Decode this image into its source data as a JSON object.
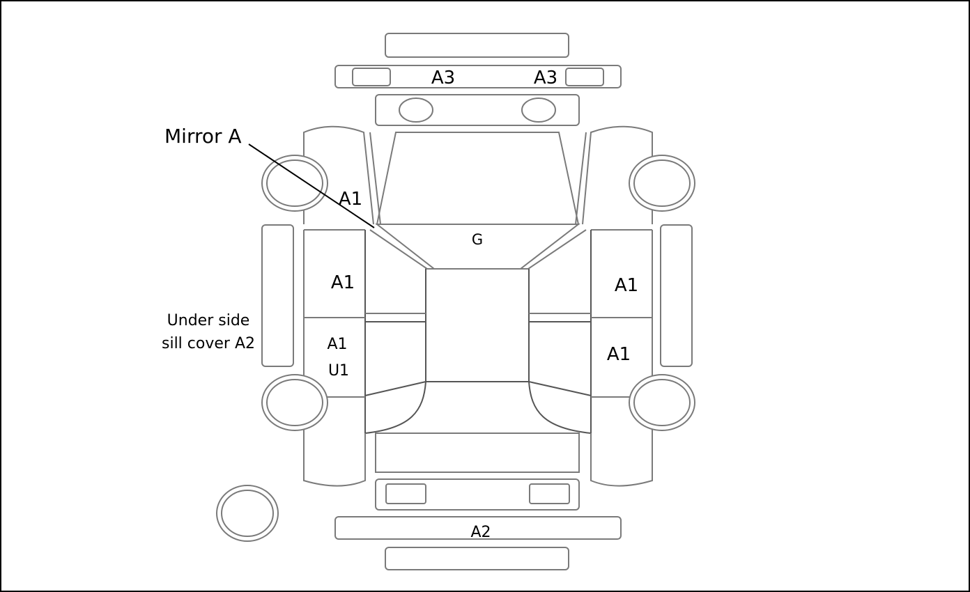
{
  "labels": {
    "front_lamp_left": "A3",
    "front_lamp_right": "A3",
    "mirror": "Mirror A",
    "front_fender_left": "A1",
    "hood": "G",
    "front_door_left": "A1",
    "front_door_right": "A1",
    "rear_door_left_a": "A1",
    "rear_door_left_b": "U1",
    "rear_door_right": "A1",
    "sill_line1": "Under side",
    "sill_line2": "sill cover A2",
    "rear_bumper": "A2"
  }
}
